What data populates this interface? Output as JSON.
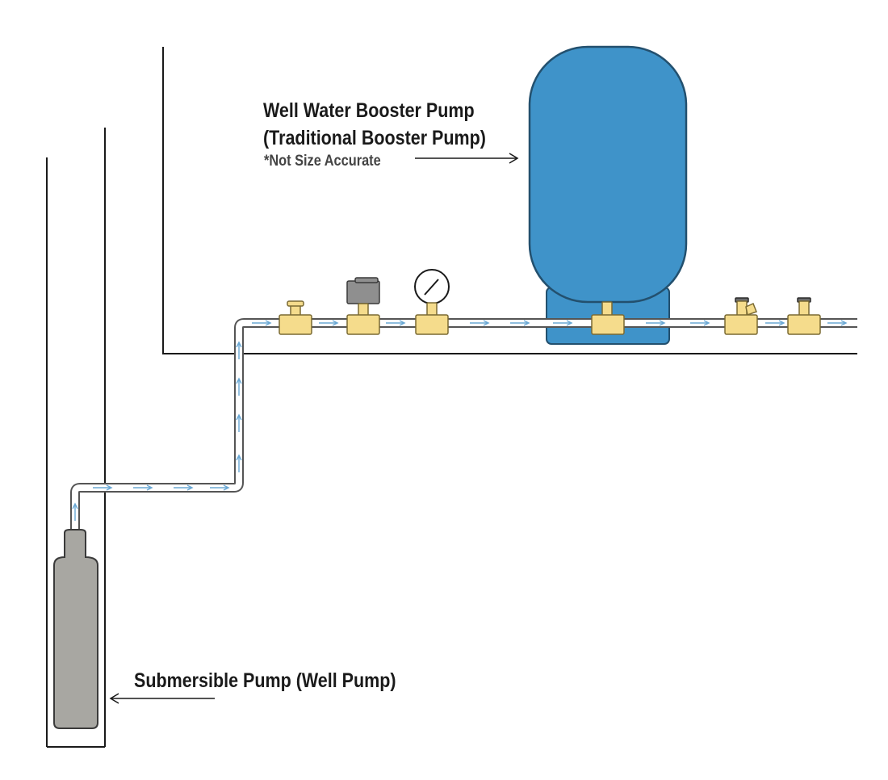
{
  "labels": {
    "booster_title_line1": "Well Water Booster Pump",
    "booster_title_line2": "(Traditional Booster Pump)",
    "booster_note": "*Not Size Accurate",
    "submersible_title": "Submersible Pump (Well Pump)"
  },
  "components": [
    "submersible-pump",
    "pressure-tank",
    "check-valve",
    "pressure-switch",
    "pressure-gauge",
    "tank-tee",
    "drain-valve",
    "shutoff-valve"
  ],
  "colors": {
    "tank": "#3f93c9",
    "tank_stroke": "#23506e",
    "fitting": "#f5dc8c",
    "fitting_stroke": "#7a6a33",
    "pump": "#a8a7a2",
    "switch_box": "#8f8f8f",
    "pipe_stroke": "#555555",
    "flow_arrow": "#6aa8d4",
    "line": "#1a1a1a"
  }
}
